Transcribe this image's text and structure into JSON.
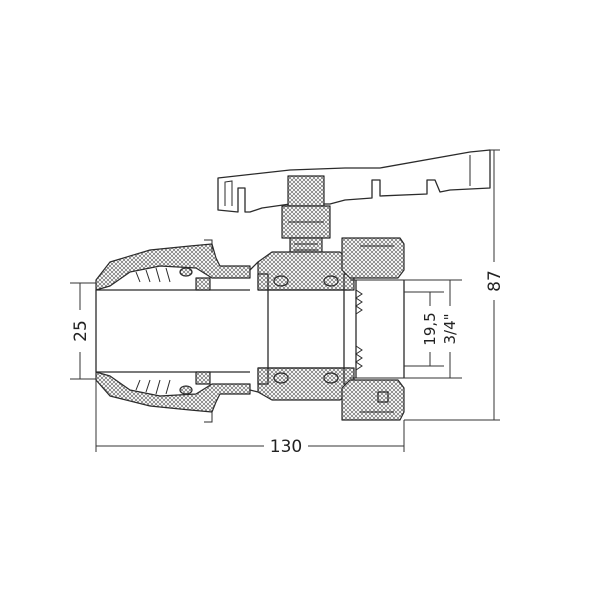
{
  "dimensions": {
    "overall_length": "130",
    "overall_height": "87",
    "pipe_diameter": "25",
    "bore_diameter": "19,5",
    "thread_size": "3/4\""
  }
}
